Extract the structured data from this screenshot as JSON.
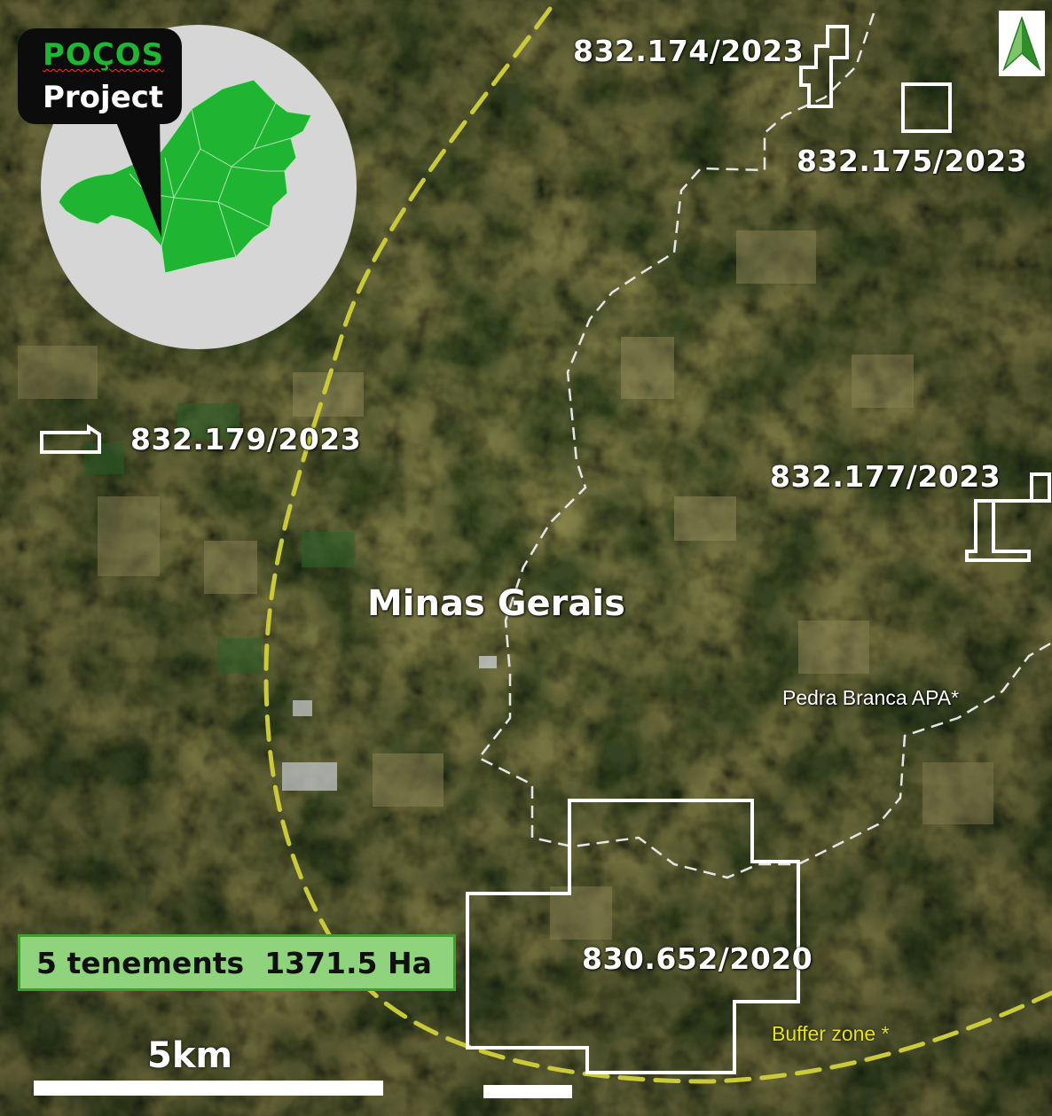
{
  "colors": {
    "tenement_outline": "#ffffff",
    "buffer_zone": "#c9c93a",
    "apa_boundary": "#e6e6e6",
    "inset_state": "#1fb532",
    "project_name": "#20b533",
    "info_box": "#8fd47c"
  },
  "inset": {
    "project_name": "POÇOS",
    "project_word": "Project"
  },
  "tenements": [
    {
      "id": "832.174/2023"
    },
    {
      "id": "832.175/2023"
    },
    {
      "id": "832.179/2023"
    },
    {
      "id": "832.177/2023"
    },
    {
      "id": "830.652/2020"
    }
  ],
  "region_label": "Minas Gerais",
  "apa_label": "Pedra Branca APA*",
  "buffer_label": "Buffer zone *",
  "info_box": {
    "text": "5 tenements  1371.5 Ha"
  },
  "scale": {
    "label": "5km"
  },
  "icons": {
    "north_arrow": "north-arrow-icon"
  }
}
